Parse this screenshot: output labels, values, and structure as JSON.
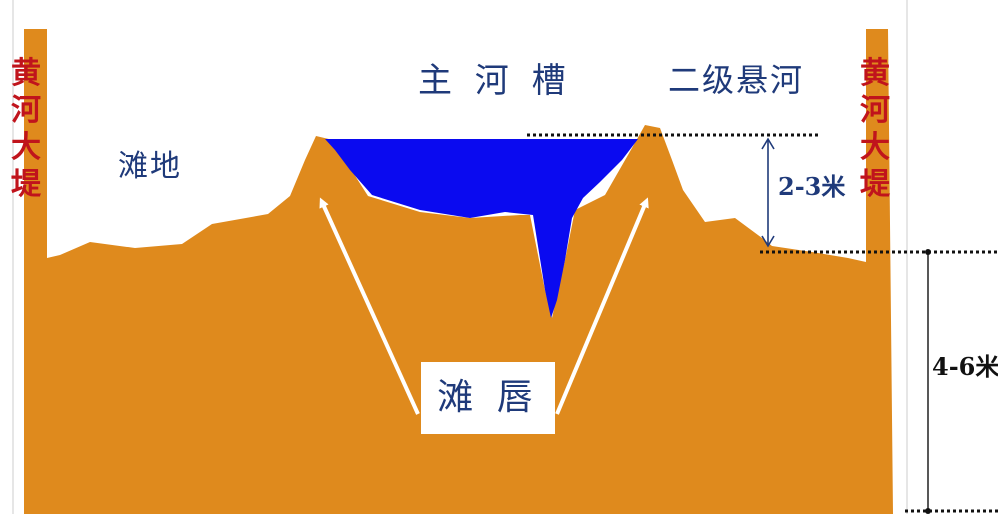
{
  "labels": {
    "main_channel": "主 河 槽",
    "secondary_perched_river": "二级悬河",
    "floodplain": "滩地",
    "beach_lip": "滩 唇",
    "dike_left": [
      "黄",
      "河",
      "大",
      "堤"
    ],
    "dike_right": [
      "黄",
      "河",
      "大",
      "堤"
    ],
    "height_small": "2-3米",
    "height_large": "4-6米"
  },
  "colors": {
    "ground": "#DF8A1D",
    "water": "#0A0AF0",
    "label_text": "#1F3A7A",
    "dike_text": "#C0141C",
    "arrow": "#FFFFFF",
    "dimension_line": "#1F3A7A",
    "dotted_line": "#111111"
  }
}
